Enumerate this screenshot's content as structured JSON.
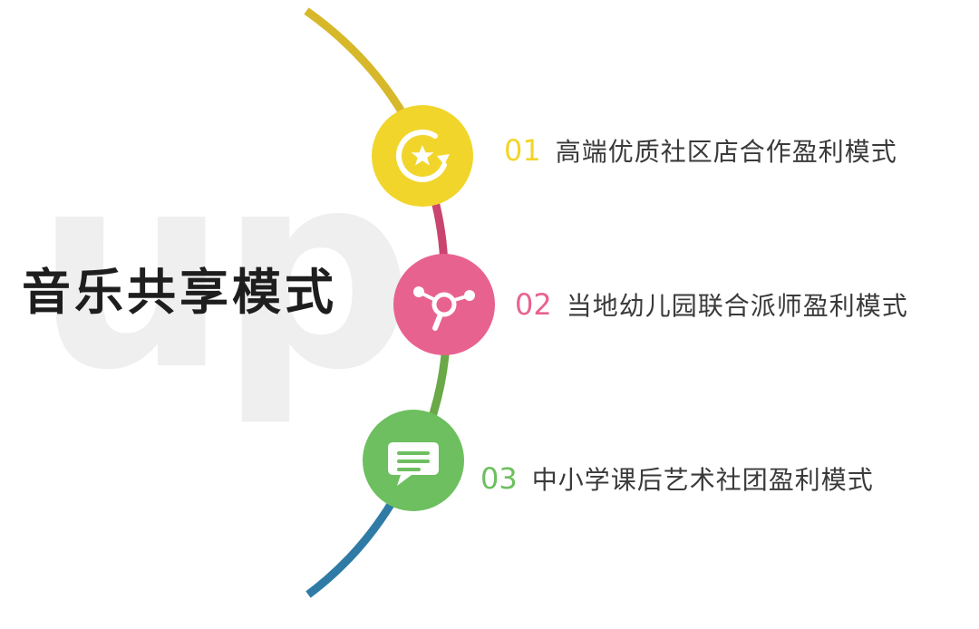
{
  "watermark_text": "up",
  "title": "音乐共享模式",
  "colors": {
    "yellow": "#f2d52a",
    "yellow_arc": "#d6b82a",
    "pink": "#e8628f",
    "pink_arc": "#c9456f",
    "green": "#6dbf5f",
    "green_arc": "#6aa848",
    "blue_arc": "#2f7ba6",
    "title": "#1e1e1e",
    "watermark": "#efefef"
  },
  "items": [
    {
      "number": "01",
      "label": "高端优质社区店合作盈利模式",
      "icon": "star-refresh-icon",
      "color": "#f2d52a"
    },
    {
      "number": "02",
      "label": "当地幼儿园联合派师盈利模式",
      "icon": "network-search-icon",
      "color": "#e8628f"
    },
    {
      "number": "03",
      "label": "中小学课后艺术社团盈利模式",
      "icon": "chat-bubble-icon",
      "color": "#6dbf5f"
    }
  ]
}
